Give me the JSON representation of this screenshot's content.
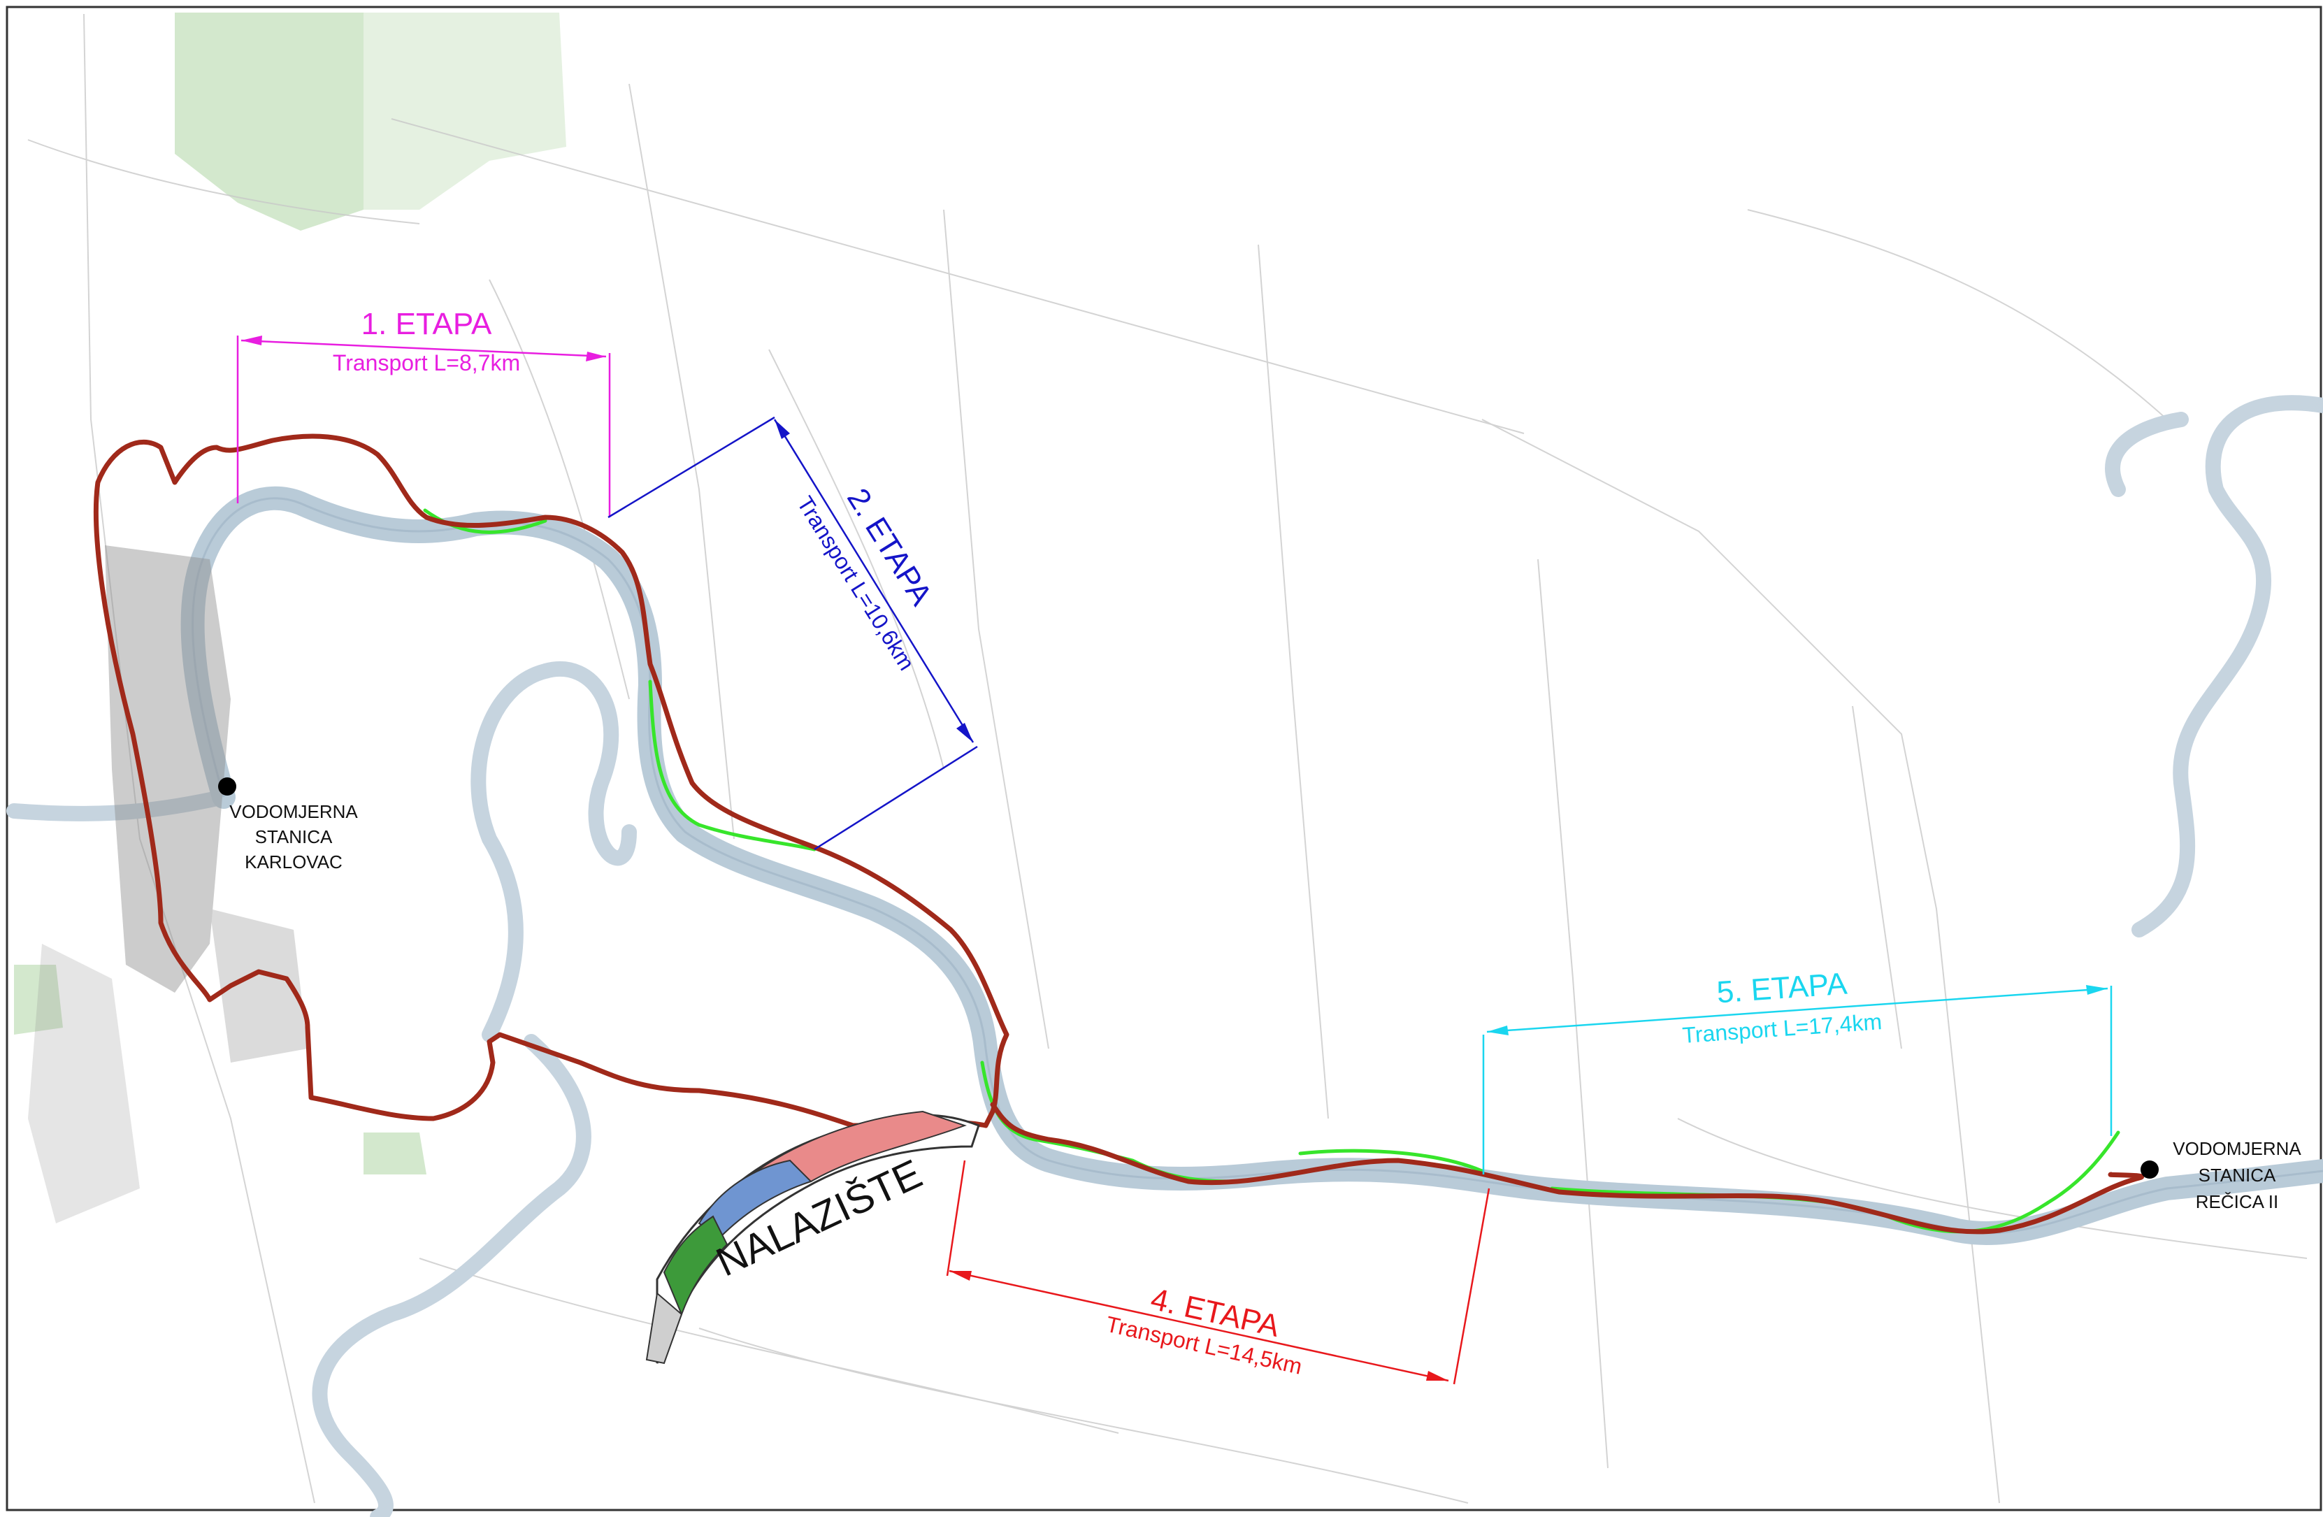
{
  "map": {
    "colors": {
      "route": "#a0291a",
      "river": "#b9cbd8",
      "river_edge": "#8aa4b8",
      "works": "#37e52b",
      "etapa1": "#e81ee0",
      "etapa2": "#1414c8",
      "etapa4": "#e8181c",
      "etapa5": "#1ad6ef",
      "site_red": "#e98a8a",
      "site_blue": "#6f95d1",
      "site_green": "#3d9a3a",
      "forest": "#c9e3c3"
    },
    "stages": [
      {
        "id": "1",
        "title": "1. ETAPA",
        "transport": "Transport L=8,7km"
      },
      {
        "id": "2",
        "title": "2. ETAPA",
        "transport": "Transport L=10,6km"
      },
      {
        "id": "4",
        "title": "4. ETAPA",
        "transport": "Transport L=14,5km"
      },
      {
        "id": "5",
        "title": "5. ETAPA",
        "transport": "Transport L=17,4km"
      }
    ],
    "stations": [
      {
        "id": "karlovac",
        "lines": [
          "VODOMJERNA",
          "STANICA",
          "KARLOVAC"
        ]
      },
      {
        "id": "recica",
        "lines": [
          "VODOMJERNA",
          "STANICA",
          "REČICA II"
        ]
      }
    ],
    "site": {
      "label": "NALAZIŠTE"
    }
  }
}
